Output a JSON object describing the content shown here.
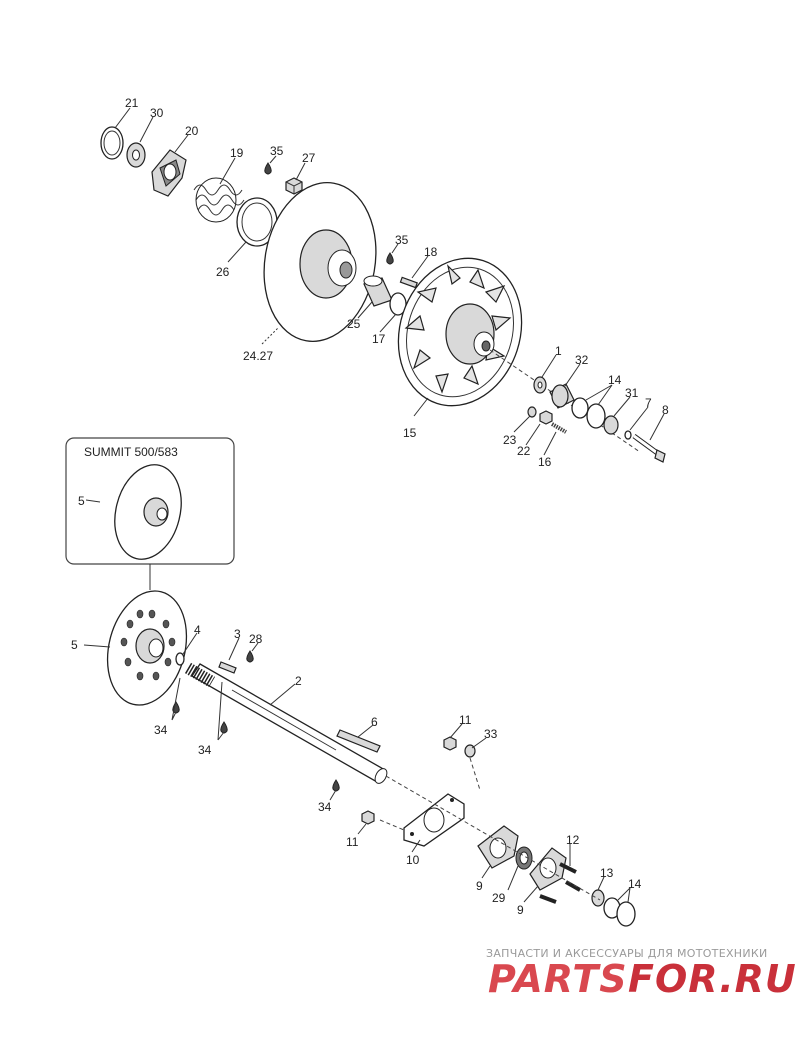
{
  "inset": {
    "title": "SUMMIT 500/583",
    "part_label": "5"
  },
  "callouts": {
    "c21": "21",
    "c30": "30",
    "c20": "20",
    "c19": "19",
    "c35a": "35",
    "c27": "27",
    "c26": "26",
    "c24": "24.27",
    "c35b": "35",
    "c18": "18",
    "c25": "25",
    "c17": "17",
    "c15": "15",
    "c1": "1",
    "c32": "32",
    "c14a": "14",
    "c31": "31",
    "c7": "7",
    "c8": "8",
    "c23": "23",
    "c22": "22",
    "c16": "16",
    "c5": "5",
    "c4": "4",
    "c3": "3",
    "c28": "28",
    "c2": "2",
    "c34a": "34",
    "c34b": "34",
    "c6": "6",
    "c34c": "34",
    "c11a": "11",
    "c33": "33",
    "c11b": "11",
    "c10": "10",
    "c12": "12",
    "c9a": "9",
    "c29": "29",
    "c9b": "9",
    "c13": "13",
    "c14b": "14"
  },
  "watermark": {
    "tagline": "ЗАПЧАСТИ И АКСЕССУАРЫ ДЛЯ МОТОТЕХНИКИ",
    "brand_left": "PARTS",
    "brand_right": "FOR.RU",
    "color_left": "#d9484f",
    "color_right": "#c9303a"
  },
  "colors": {
    "line": "#333333",
    "label": "#222222"
  }
}
